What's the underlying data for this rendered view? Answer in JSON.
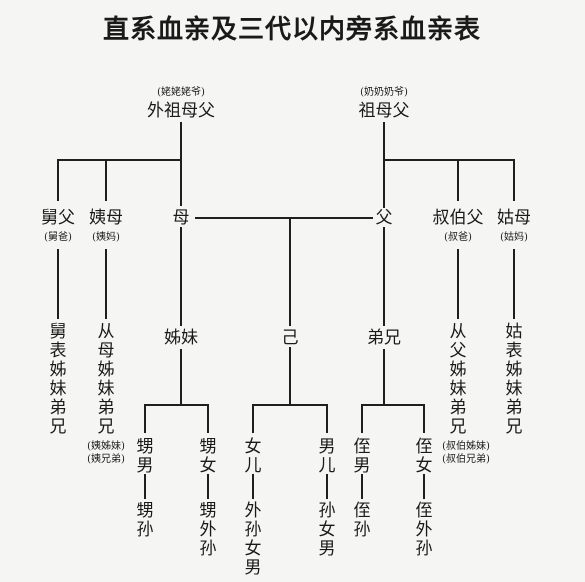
{
  "title": "直系血亲及三代以内旁系血亲表",
  "nodes": {
    "maternal_grandparents": {
      "label": "外祖母父",
      "note": "(姥姥姥爷)"
    },
    "paternal_grandparents": {
      "label": "祖母父",
      "note": "(奶奶奶爷)"
    },
    "maternal_uncle": {
      "label": "舅父",
      "note": "(舅爸)"
    },
    "maternal_aunt": {
      "label": "姨母",
      "note": "(姨妈)"
    },
    "mother": {
      "label": "母"
    },
    "father": {
      "label": "父"
    },
    "paternal_uncle": {
      "label": "叔伯父",
      "note": "(叔爸)"
    },
    "paternal_aunt": {
      "label": "姑母",
      "note": "(姑妈)"
    },
    "self": {
      "label": "己"
    },
    "sisters": {
      "label": "姊妹"
    },
    "brothers": {
      "label": "弟兄"
    },
    "maternal_uncle_cousins": {
      "label": "舅表姊妹弟兄"
    },
    "maternal_aunt_cousins": {
      "label": "从母姊妹弟兄",
      "note1": "(姨姊妹)",
      "note2": "(姨兄弟)"
    },
    "paternal_uncle_cousins": {
      "label": "从父姊妹弟兄",
      "note1": "(叔伯姊妹)",
      "note2": "(叔伯兄弟)"
    },
    "paternal_aunt_cousins": {
      "label": "姑表姊妹弟兄"
    },
    "sisters_son": {
      "label": "甥男"
    },
    "sisters_daughter": {
      "label": "甥女"
    },
    "daughter": {
      "label": "女儿"
    },
    "son": {
      "label": "男儿"
    },
    "brothers_son": {
      "label": "侄男"
    },
    "brothers_daughter": {
      "label": "侄女"
    },
    "sisters_grandson": {
      "label": "甥孙"
    },
    "sisters_granddaughter": {
      "label": "甥外孙"
    },
    "daughters_children": {
      "label": "外孙女男"
    },
    "sons_children": {
      "label": "孙女男"
    },
    "brothers_grandson": {
      "label": "侄孙"
    },
    "brothers_granddaughter": {
      "label": "侄外孙"
    }
  }
}
